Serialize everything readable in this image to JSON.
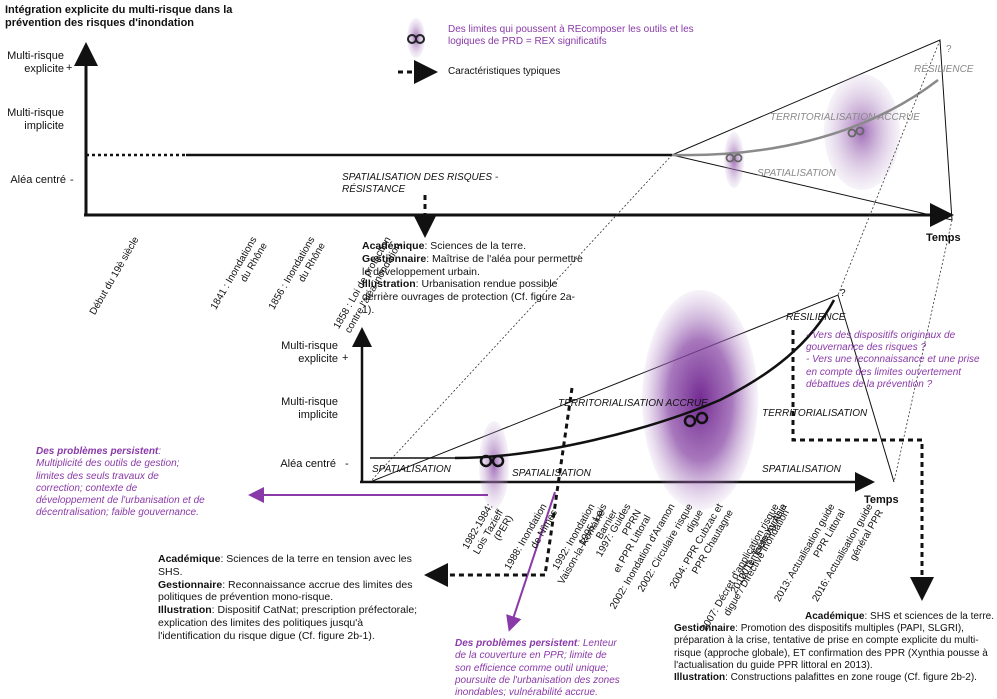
{
  "title": "Intégration explicite du multi-risque dans la prévention des risques d'inondation",
  "legend": {
    "purple_item": "Des limites qui poussent à REcomposer les outils et les logiques de PRD = REX significatifs",
    "dashed_item": "Caractéristiques typiques"
  },
  "y_axis": {
    "multi_explicit": "Multi-risque\nexplicite",
    "plus": "+",
    "multi_implicit": "Multi-risque\nimplicite",
    "alea_centre": "Aléa centré",
    "minus": "-"
  },
  "x_axis_label": "Temps",
  "upper_timeline": [
    "Début du 19è siècle",
    "1841 : Inondations\ndu Rhône",
    "1856 : Inondations\ndu Rhône",
    "1858 : Loi de protection\ncontre l'aléa inondation"
  ],
  "upper_labels": {
    "spatialisation_resistance": "SPATIALISATION DES RISQUES -\nRÉSISTANCE",
    "territorialisation": "TERRITORIALISATION ACCRUE",
    "spatialisation": "SPATIALISATION",
    "resilience": "RÉSILIENCE",
    "question": "?"
  },
  "lower_labels": {
    "spatialisation_left": "SPATIALISATION",
    "spatialisation_mid": "SPATIALISATION",
    "territorialisation_accrue": "TERRITORIALISATION ACCRUE",
    "territorialisation": "TERRITORIALISATION",
    "spatialisation_right": "SPATIALISATION",
    "resilience": "RÉSILIENCE",
    "question": "?"
  },
  "lower_timeline": [
    "1982-1984:\nLois Tazieff\n(PER)",
    "1988: Inondation\nde Nîmes",
    "1992: Inondation\nVaison-la-Romaine",
    "1995: Lois Barnier",
    "1997: Guides PPRN\net PPR Littoral",
    "2002: Inondation d'Aramon",
    "2002: Circulaire risque digue",
    "2004: PPR Cubzac et\nPPR Chautagne",
    "2007: Décret d'application risque\ndigue / Directive inondation",
    "2010: Tempête Xynthia",
    "2011: Tsunami Asie",
    "2013: Actualisation guide\nPPR Littoral",
    "2016: Actualisation guide\ngénéral PPR"
  ],
  "box_upper": {
    "academique_label": "Académique",
    "academique_text": ": Sciences de la terre.",
    "gestionnaire_label": "Gestionnaire",
    "gestionnaire_text": ": Maîtrise de l'aléa pour permettre le développement urbain.",
    "illustration_label": "Illustration",
    "illustration_text": ": Urbanisation rendue possible derrière ouvrages de protection (Cf. figure 2a-1)."
  },
  "problems_left": {
    "heading": "Des problèmes persistent",
    "text": ":\nMultiplicité des outils de gestion;\nlimites des seuls travaux de\ncorrection;  contexte de\ndéveloppement de l'urbanisation et de\ndécentralisation; faible gouvernance."
  },
  "right_questions": "- Vers des dispositifs originaux de\ngouvernance des risques ?\n- Vers une reconnaissance et une prise\nen compte des limites ouvertement\ndébattues de la prévention ?",
  "box_middle": {
    "academique_label": "Académique",
    "academique_text": ": Sciences de la terre en tension avec les SHS.",
    "gestionnaire_label": "Gestionnaire",
    "gestionnaire_text": ": Reconnaissance accrue des limites des politiques de prévention mono-risque.",
    "illustration_label": "Illustration",
    "illustration_text": ": Dispositif CatNat; prescription préfectorale; explication des limites des politiques jusqu'à l'identification du risque digue (Cf. figure 2b-1)."
  },
  "problems_bottom": {
    "heading": "Des problèmes persistent",
    "text": ": Lenteur\nde la couverture en PPR; limite de\nson efficience comme outil unique;\npoursuite de l'urbanisation des zones\ninondables; vulnérabilité accrue."
  },
  "box_right": {
    "academique_label": "Académique",
    "academique_text": ": SHS et sciences de la terre.",
    "gestionnaire_label": "Gestionnaire",
    "gestionnaire_text": ": Promotion des dispositifs  multiples (PAPI, SLGRI), préparation à la crise, tentative de prise en compte explicite du multi-risque (approche globale), ET confirmation des PPR (Xynthia pousse à l'actualisation du guide PPR littoral en 2013).",
    "illustration_label": "Illustration",
    "illustration_text": ": Constructions palafittes en zone rouge (Cf. figure 2b-2)."
  },
  "colors": {
    "purple": "#8a3aa8",
    "blob": "#7a2a96"
  }
}
